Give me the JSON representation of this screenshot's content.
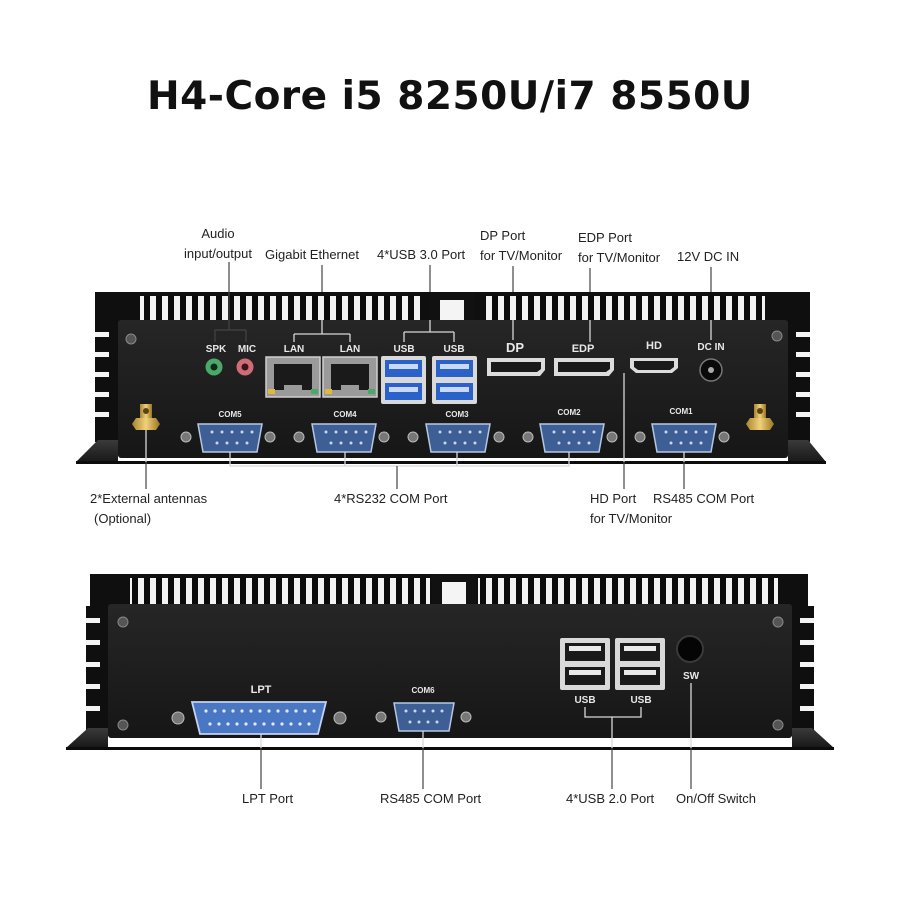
{
  "title": "H4-Core i5 8250U/i7 8550U",
  "callouts": {
    "audio_l1": "Audio",
    "audio_l2": "input/output",
    "gigabit": "Gigabit Ethernet",
    "usb30": "4*USB 3.0 Port",
    "dp_l1": "DP Port",
    "dp_l2": "for TV/Monitor",
    "edp_l1": "EDP Port",
    "edp_l2": "for TV/Monitor",
    "dcin": "12V DC IN",
    "antenna_l1": "2*External antennas",
    "antenna_l2": "(Optional)",
    "rs232": "4*RS232 COM Port",
    "hd_l1": "HD Port",
    "hd_l2": "for TV/Monitor",
    "rs485_front": "RS485 COM Port",
    "lpt": "LPT Port",
    "rs485_back": "RS485 COM Port",
    "usb20": "4*USB 2.0 Port",
    "onoff": "On/Off Switch"
  },
  "front_panel": {
    "spk": "SPK",
    "mic": "MIC",
    "lan1": "LAN",
    "lan2": "LAN",
    "usb1": "USB",
    "usb2": "USB",
    "dp": "DP",
    "edp": "EDP",
    "hd": "HD",
    "dcin": "DC IN",
    "com5": "COM5",
    "com4": "COM4",
    "com3": "COM3",
    "com2": "COM2",
    "com1": "COM1"
  },
  "back_panel": {
    "lpt": "LPT",
    "com6": "COM6",
    "usb1": "USB",
    "usb2": "USB",
    "sw": "SW"
  },
  "colors": {
    "chassis": "#141414",
    "panel": "#1c1c1c",
    "usb3_blue": "#2a62c9",
    "lpt_blue": "#4a77c4",
    "com_blue": "#3d5f95",
    "audio_green": "#4aa86a",
    "audio_pink": "#d06b78"
  }
}
